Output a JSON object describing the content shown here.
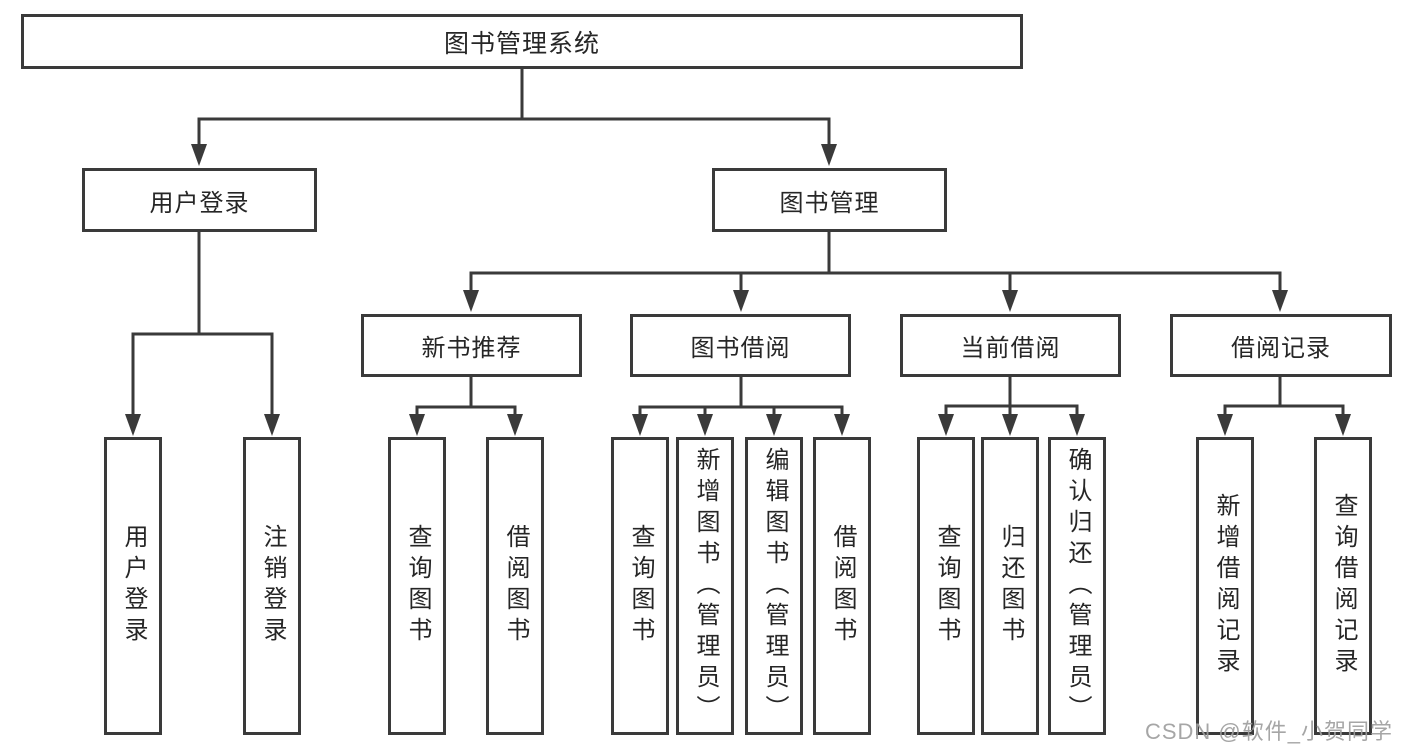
{
  "watermark": "CSDN @软件_小贺同学",
  "colors": {
    "line": "#3a3a3a",
    "text": "#262626",
    "box_background": "#ffffff",
    "watermark": "#9e9e9e"
  },
  "tree": {
    "root": {
      "label": "图书管理系统"
    },
    "branches": [
      {
        "label": "用户登录",
        "children": [
          {
            "label": "用户登录"
          },
          {
            "label": "注销登录"
          }
        ]
      },
      {
        "label": "图书管理",
        "children": [
          {
            "label": "新书推荐",
            "children": [
              {
                "label": "查询图书"
              },
              {
                "label": "借阅图书"
              }
            ]
          },
          {
            "label": "图书借阅",
            "children": [
              {
                "label": "查询图书"
              },
              {
                "label": "新增图书（管理员）"
              },
              {
                "label": "编辑图书（管理员）"
              },
              {
                "label": "借阅图书"
              }
            ]
          },
          {
            "label": "当前借阅",
            "children": [
              {
                "label": "查询图书"
              },
              {
                "label": "归还图书"
              },
              {
                "label": "确认归还（管理员）"
              }
            ]
          },
          {
            "label": "借阅记录",
            "children": [
              {
                "label": "新增借阅记录"
              },
              {
                "label": "查询借阅记录"
              }
            ]
          }
        ]
      }
    ]
  }
}
